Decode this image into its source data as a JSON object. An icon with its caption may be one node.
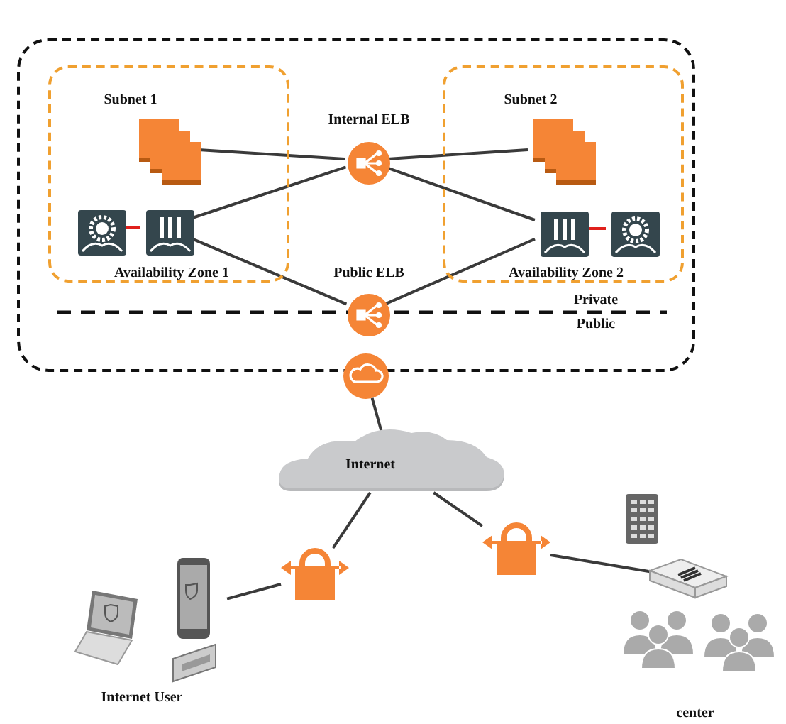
{
  "diagram": {
    "nodes": [
      {
        "text": [],
        "shape": "box"
      },
      {
        "text": [
          "Subnet 1",
          "Availability Zone 1"
        ],
        "in": 0
      },
      {
        "text": [],
        "shape": "picture",
        "in": 1
      },
      {
        "text": [],
        "shape": "picture",
        "in": 1
      },
      {
        "text": [],
        "shape": "picture",
        "in": 1
      },
      {
        "text": [
          "Subnet 2",
          "Availability Zone 2"
        ],
        "in": 0
      },
      {
        "text": [],
        "shape": "picture",
        "in": 5
      },
      {
        "text": [],
        "shape": "picture",
        "in": 5
      },
      {
        "text": [],
        "shape": "picture",
        "in": 5
      },
      {
        "text": [
          "Internal ELB"
        ],
        "in": 0
      },
      {
        "text": [
          "Public ELB"
        ],
        "in": 0
      },
      {
        "text": [],
        "shape": "circle"
      },
      {
        "text": [
          "Internet"
        ]
      },
      {
        "text": [],
        "shape": "picture"
      },
      {
        "text": [],
        "shape": "picture"
      },
      {
        "text": [
          "Internet User"
        ]
      },
      {
        "text": [
          "center"
        ]
      }
    ],
    "edges": [
      {
        "from": 2,
        "to": 9,
        "arrow": "none"
      },
      {
        "from": 9,
        "to": 6,
        "arrow": "none"
      },
      {
        "from": 4,
        "to": 9,
        "arrow": "none"
      },
      {
        "from": 9,
        "to": 7,
        "arrow": "none"
      },
      {
        "from": 4,
        "to": 10,
        "arrow": "none"
      },
      {
        "from": 10,
        "to": 7,
        "arrow": "none"
      },
      {
        "from": 3,
        "to": 4,
        "arrow": "none",
        "color": "#e0201c"
      },
      {
        "from": 7,
        "to": 8,
        "arrow": "none",
        "color": "#e0201c"
      },
      {
        "from": 11,
        "to": 12,
        "arrow": "none"
      },
      {
        "from": 12,
        "to": 13,
        "arrow": "none"
      },
      {
        "from": 13,
        "to": 15,
        "arrow": "none"
      },
      {
        "from": 12,
        "to": 14,
        "arrow": "none"
      },
      {
        "from": 14,
        "to": 16,
        "arrow": "none"
      }
    ],
    "labels": [
      "Private",
      "Public"
    ]
  }
}
